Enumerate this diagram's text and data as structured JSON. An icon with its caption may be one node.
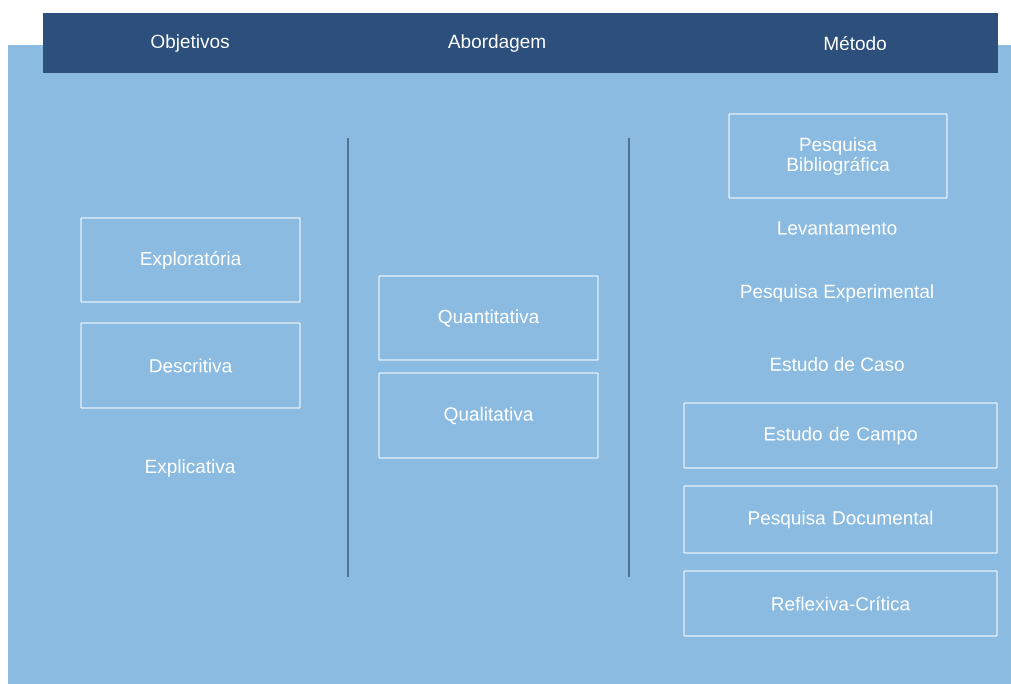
{
  "diagram": {
    "nodes": [
      {
        "text": [
          "Objetivos",
          "Abordagem",
          "Método"
        ]
      },
      {
        "text": [
          "Exploratória"
        ]
      },
      {
        "text": [
          "Descritiva"
        ]
      },
      {
        "text": [
          "Quantitativa"
        ]
      },
      {
        "text": [
          "Qualitativa"
        ]
      },
      {
        "text": [
          "Pesquisa Bibliográfica"
        ]
      },
      {
        "text": [
          "Estudo de Campo"
        ]
      },
      {
        "text": [
          "Pesquisa Documental"
        ]
      },
      {
        "text": [
          "Reflexiva-Crítica"
        ]
      }
    ],
    "labels": [
      "Explicativa",
      "Levantamento",
      "Pesquisa Experimental",
      "Estudo de Caso"
    ]
  }
}
